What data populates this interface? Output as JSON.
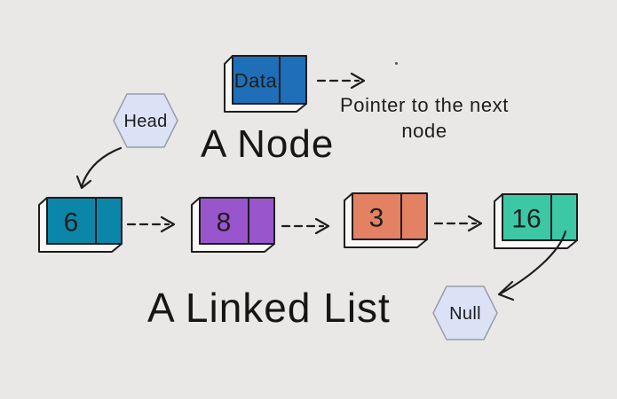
{
  "colors": {
    "background": "#e9e8e7",
    "ink": "#1d1d1f",
    "plate": "#f9f8f6",
    "hex_fill": "#dbe2f6",
    "hex_stroke": "#989da9"
  },
  "node_section": {
    "title": "A Node",
    "data_label": "Data",
    "node_fill": "#1e6fb8",
    "caption_line1": "Pointer to the next",
    "caption_line2": "node"
  },
  "list_section": {
    "title": "A Linked List",
    "head_label": "Head",
    "null_label": "Null",
    "nodes": [
      {
        "value": "6",
        "fill": "#0c86a8"
      },
      {
        "value": "8",
        "fill": "#9955cc"
      },
      {
        "value": "3",
        "fill": "#e28262"
      },
      {
        "value": "16",
        "fill": "#3cc7a5"
      }
    ]
  }
}
